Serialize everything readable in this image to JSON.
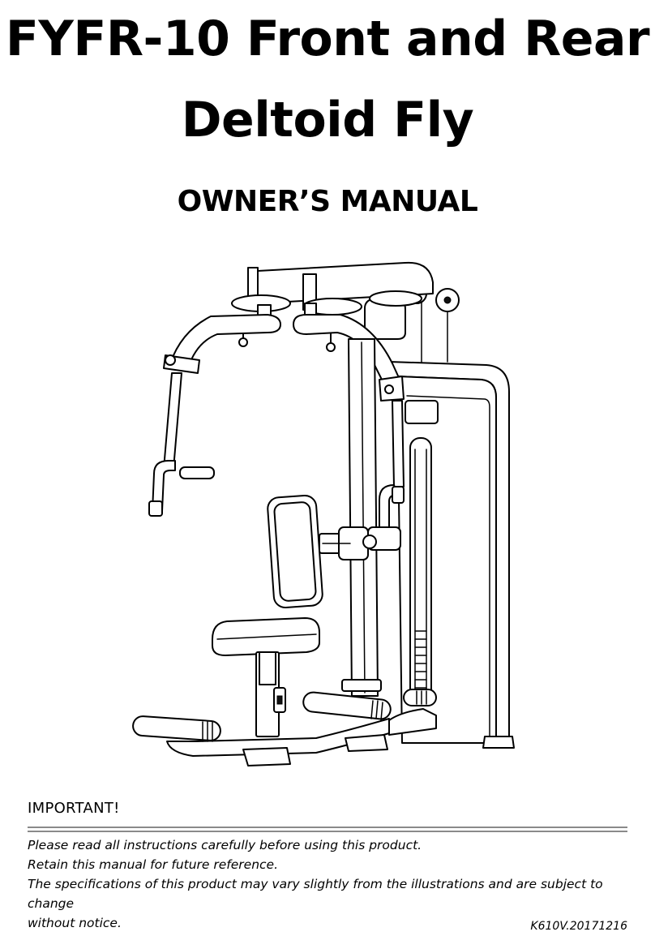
{
  "title": {
    "line1": "FYFR-10 Front and Rear",
    "line2": "Deltoid Fly"
  },
  "subtitle": "OWNER’S MANUAL",
  "illustration": {
    "icon": "rear-deltoid-fly-machine-icon"
  },
  "important": {
    "heading": "IMPORTANT!",
    "lines": [
      "Please read all instructions carefully before using this product.",
      "Retain this manual for future reference.",
      "The specifications of this product may vary slightly from the illustrations and are subject to change",
      "without notice."
    ]
  },
  "version": "K610V.20171216"
}
